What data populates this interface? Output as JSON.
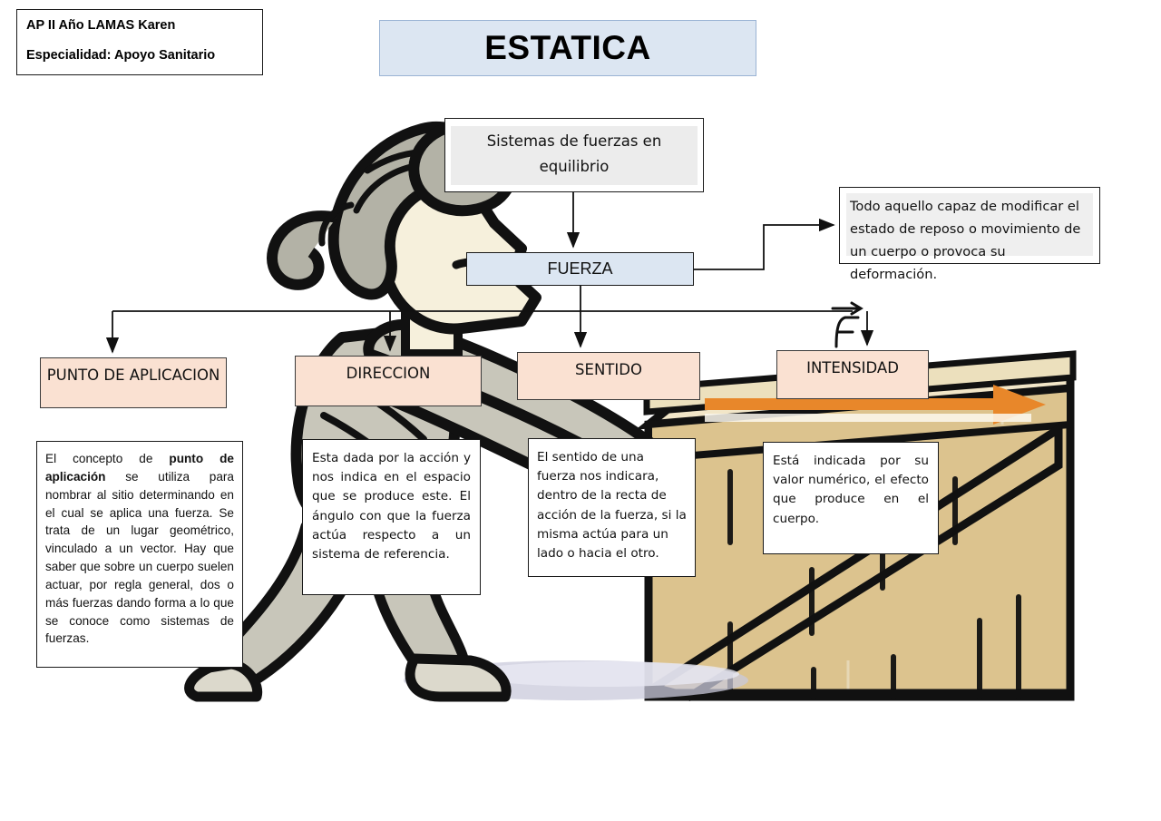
{
  "header": {
    "author_line1": "AP II Año LAMAS Karen",
    "author_line2": "Especialidad: Apoyo Sanitario",
    "title": "ESTATICA"
  },
  "diagram": {
    "type": "concept-map",
    "nodes": {
      "sistemas": "Sistemas de fuerzas en equilibrio",
      "fuerza": "FUERZA",
      "definicion_fuerza": "Todo aquello capaz de modificar el estado de reposo o movimiento de un cuerpo o provoca su deformación.",
      "vector_symbol": "F"
    },
    "categories": [
      {
        "id": "punto-de-aplicacion",
        "label": "PUNTO DE APLICACION"
      },
      {
        "id": "direccion",
        "label": "DIRECCION"
      },
      {
        "id": "sentido",
        "label": "SENTIDO"
      },
      {
        "id": "intensidad",
        "label": "INTENSIDAD"
      }
    ],
    "descriptions": {
      "punto_pre": "El concepto de ",
      "punto_bold": "punto de aplicación",
      "punto_post": " se utiliza para nombrar al sitio determinando en el cual se aplica una fuerza. Se trata de un lugar geométrico, vinculado a un vector. Hay que saber que sobre un cuerpo suelen actuar, por regla general, dos o más fuerzas dando forma a lo que se conoce como sistemas de fuerzas.",
      "direccion": "Esta dada por la acción y nos indica en el espacio que se produce este. El ángulo con que la fuerza actúa respecto a un sistema de referencia.",
      "sentido": "El sentido de una fuerza nos indicara, dentro de la recta de acción de la fuerza, si la misma actúa para un lado o hacia el otro.",
      "intensidad": "Está indicada por su valor numérico, el efecto que produce en el cuerpo."
    }
  },
  "illustration": {
    "description": "person-pushing-crate",
    "colors": {
      "skin": "#f6f0dc",
      "hair": "#b3b2a6",
      "clothing": "#c8c6ba",
      "crate": "#dcc38e",
      "crate_top": "#f2e6c8",
      "outline": "#111111",
      "force_arrow": "#e8872a",
      "ground_shadow": "#c9cadb"
    }
  },
  "colors": {
    "title_fill": "#dce6f2",
    "title_border": "#9ab3d4",
    "node_fill": "#ffffff",
    "node_inner_fill": "#ececec",
    "fuerza_fill": "#dce6f2",
    "category_fill": "#fae1d2",
    "border": "#1a1a1a"
  }
}
